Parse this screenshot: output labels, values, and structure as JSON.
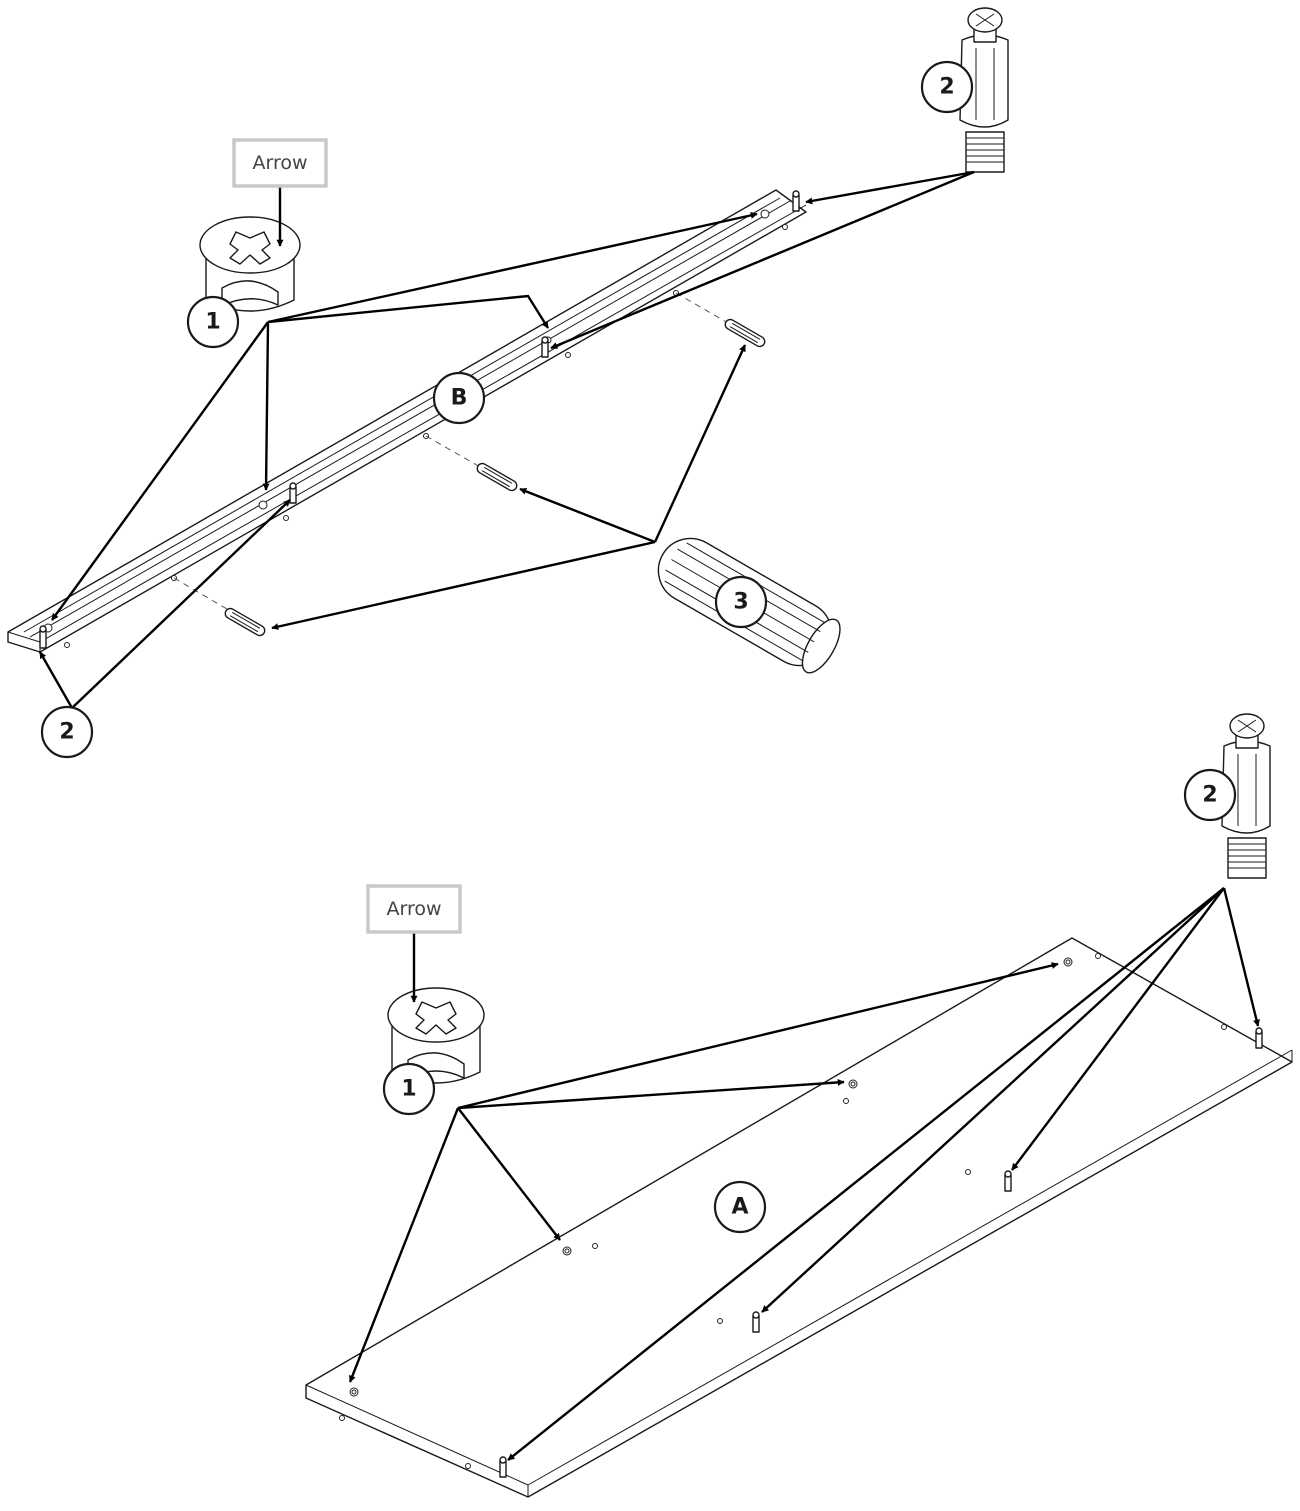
{
  "labels": {
    "part_1": "1",
    "part_2": "2",
    "part_3": "3",
    "panel_A": "A",
    "rail_B": "B"
  },
  "callout": {
    "text": "Arrow"
  },
  "icons": {
    "cam_lock": "cam-lock-icon",
    "cam_bolt": "cam-bolt-icon",
    "wood_dowel": "wood-dowel-icon"
  },
  "colors": {
    "line": "#1a1a1a",
    "callout_border": "#c8c8c8",
    "background": "#ffffff"
  }
}
